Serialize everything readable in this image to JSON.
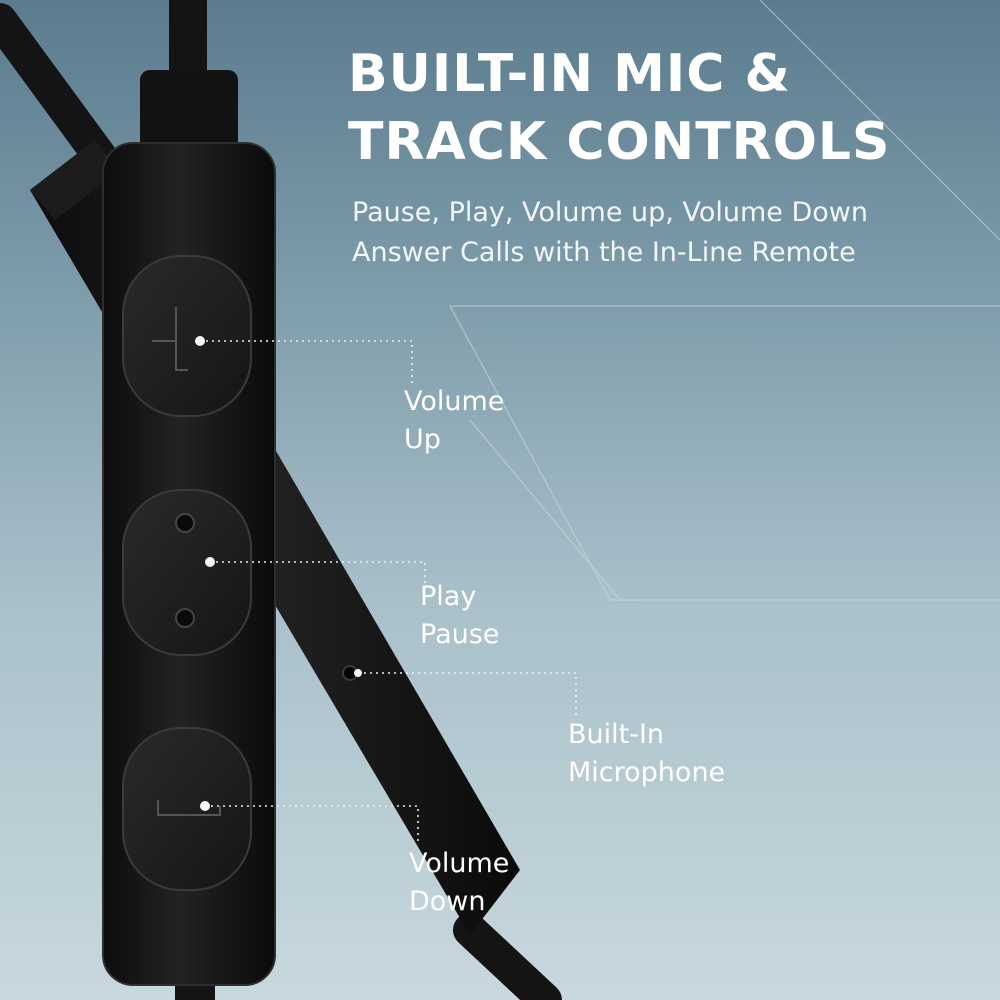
{
  "heading": {
    "line1": "BUILT-IN MIC &",
    "line2": "TRACK CONTROLS"
  },
  "subheading": {
    "line1": "Pause, Play, Volume up, Volume Down",
    "line2": "Answer Calls with the In-Line Remote"
  },
  "callouts": {
    "volume_up": {
      "line1": "Volume",
      "line2": "Up"
    },
    "play_pause": {
      "line1": "Play",
      "line2": "Pause"
    },
    "microphone": {
      "line1": "Built-In",
      "line2": "Microphone"
    },
    "volume_down": {
      "line1": "Volume",
      "line2": "Down"
    }
  },
  "colors": {
    "background_top": "#5a7c8e",
    "background_bottom": "#c8d8de",
    "remote_body": "#161616",
    "text": "#ffffff",
    "leader_line": "#e8eef1"
  },
  "icons": [
    "plus-symbol-icon",
    "play-pause-dots-icon",
    "minus-symbol-icon",
    "microphone-hole-icon"
  ]
}
